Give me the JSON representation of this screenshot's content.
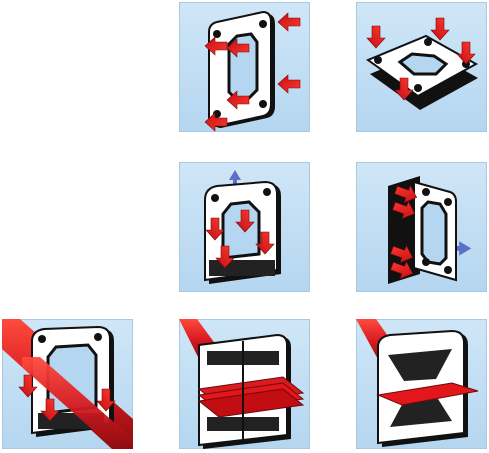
{
  "page": {
    "background": "#ffffff"
  },
  "colors": {
    "tile_bg_top": "#cfe6f7",
    "tile_bg_bottom": "#b5d6f0",
    "frame_fill": "#ffffff",
    "frame_outline": "#111111",
    "arrow_red": "#e3161b",
    "arrow_blue": "#5b6fc6",
    "cable_red": "#d81b21"
  },
  "tiles": [
    {
      "id": "r1c2",
      "icon": "frame-squeeze-sides-icon",
      "arrows": 6
    },
    {
      "id": "r1c3",
      "icon": "frame-press-top-icon",
      "arrows": 4
    },
    {
      "id": "r2c2",
      "icon": "frame-split-lift-icon",
      "arrows": 4,
      "extra": "blue-up-arrow"
    },
    {
      "id": "r2c3",
      "icon": "frame-split-slide-icon",
      "arrows": 4,
      "extra": "blue-right-arrow"
    },
    {
      "id": "r3c1",
      "icon": "frame-with-cable-icon",
      "arrows": 3
    },
    {
      "id": "r3c2",
      "icon": "frame-with-flat-cables-icon",
      "arrows": 0
    },
    {
      "id": "r3c3",
      "icon": "frame-cable-wedge-icon",
      "arrows": 0
    }
  ]
}
